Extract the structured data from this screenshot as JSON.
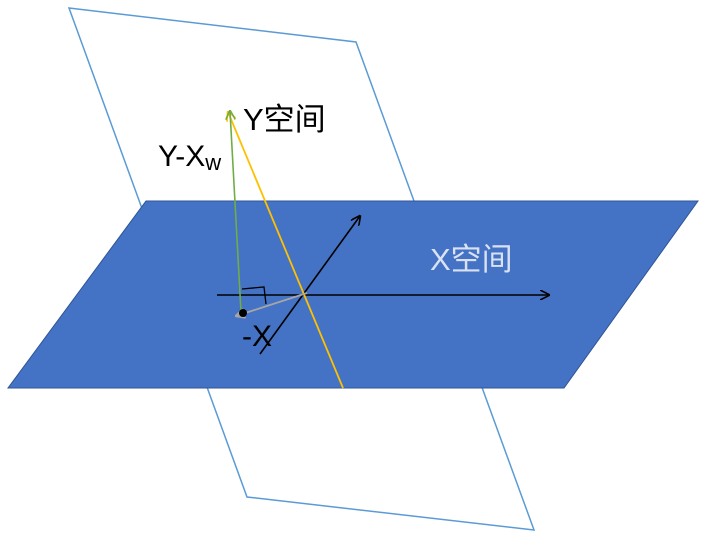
{
  "labels": {
    "y_space": "Y空间",
    "y_minus_x": "Y-X",
    "y_minus_x_subscript": "w",
    "x_space": "X空间",
    "neg_x": "-X"
  },
  "colors": {
    "plane_x_fill": "#4472C4",
    "plane_outline": "#5B9BD5",
    "y_vector": "#FFC000",
    "residual_vector": "#70AD47",
    "projection_vector": "#A6A6A6",
    "axes": "#000000",
    "x_space_label": "#D9E1F2"
  }
}
